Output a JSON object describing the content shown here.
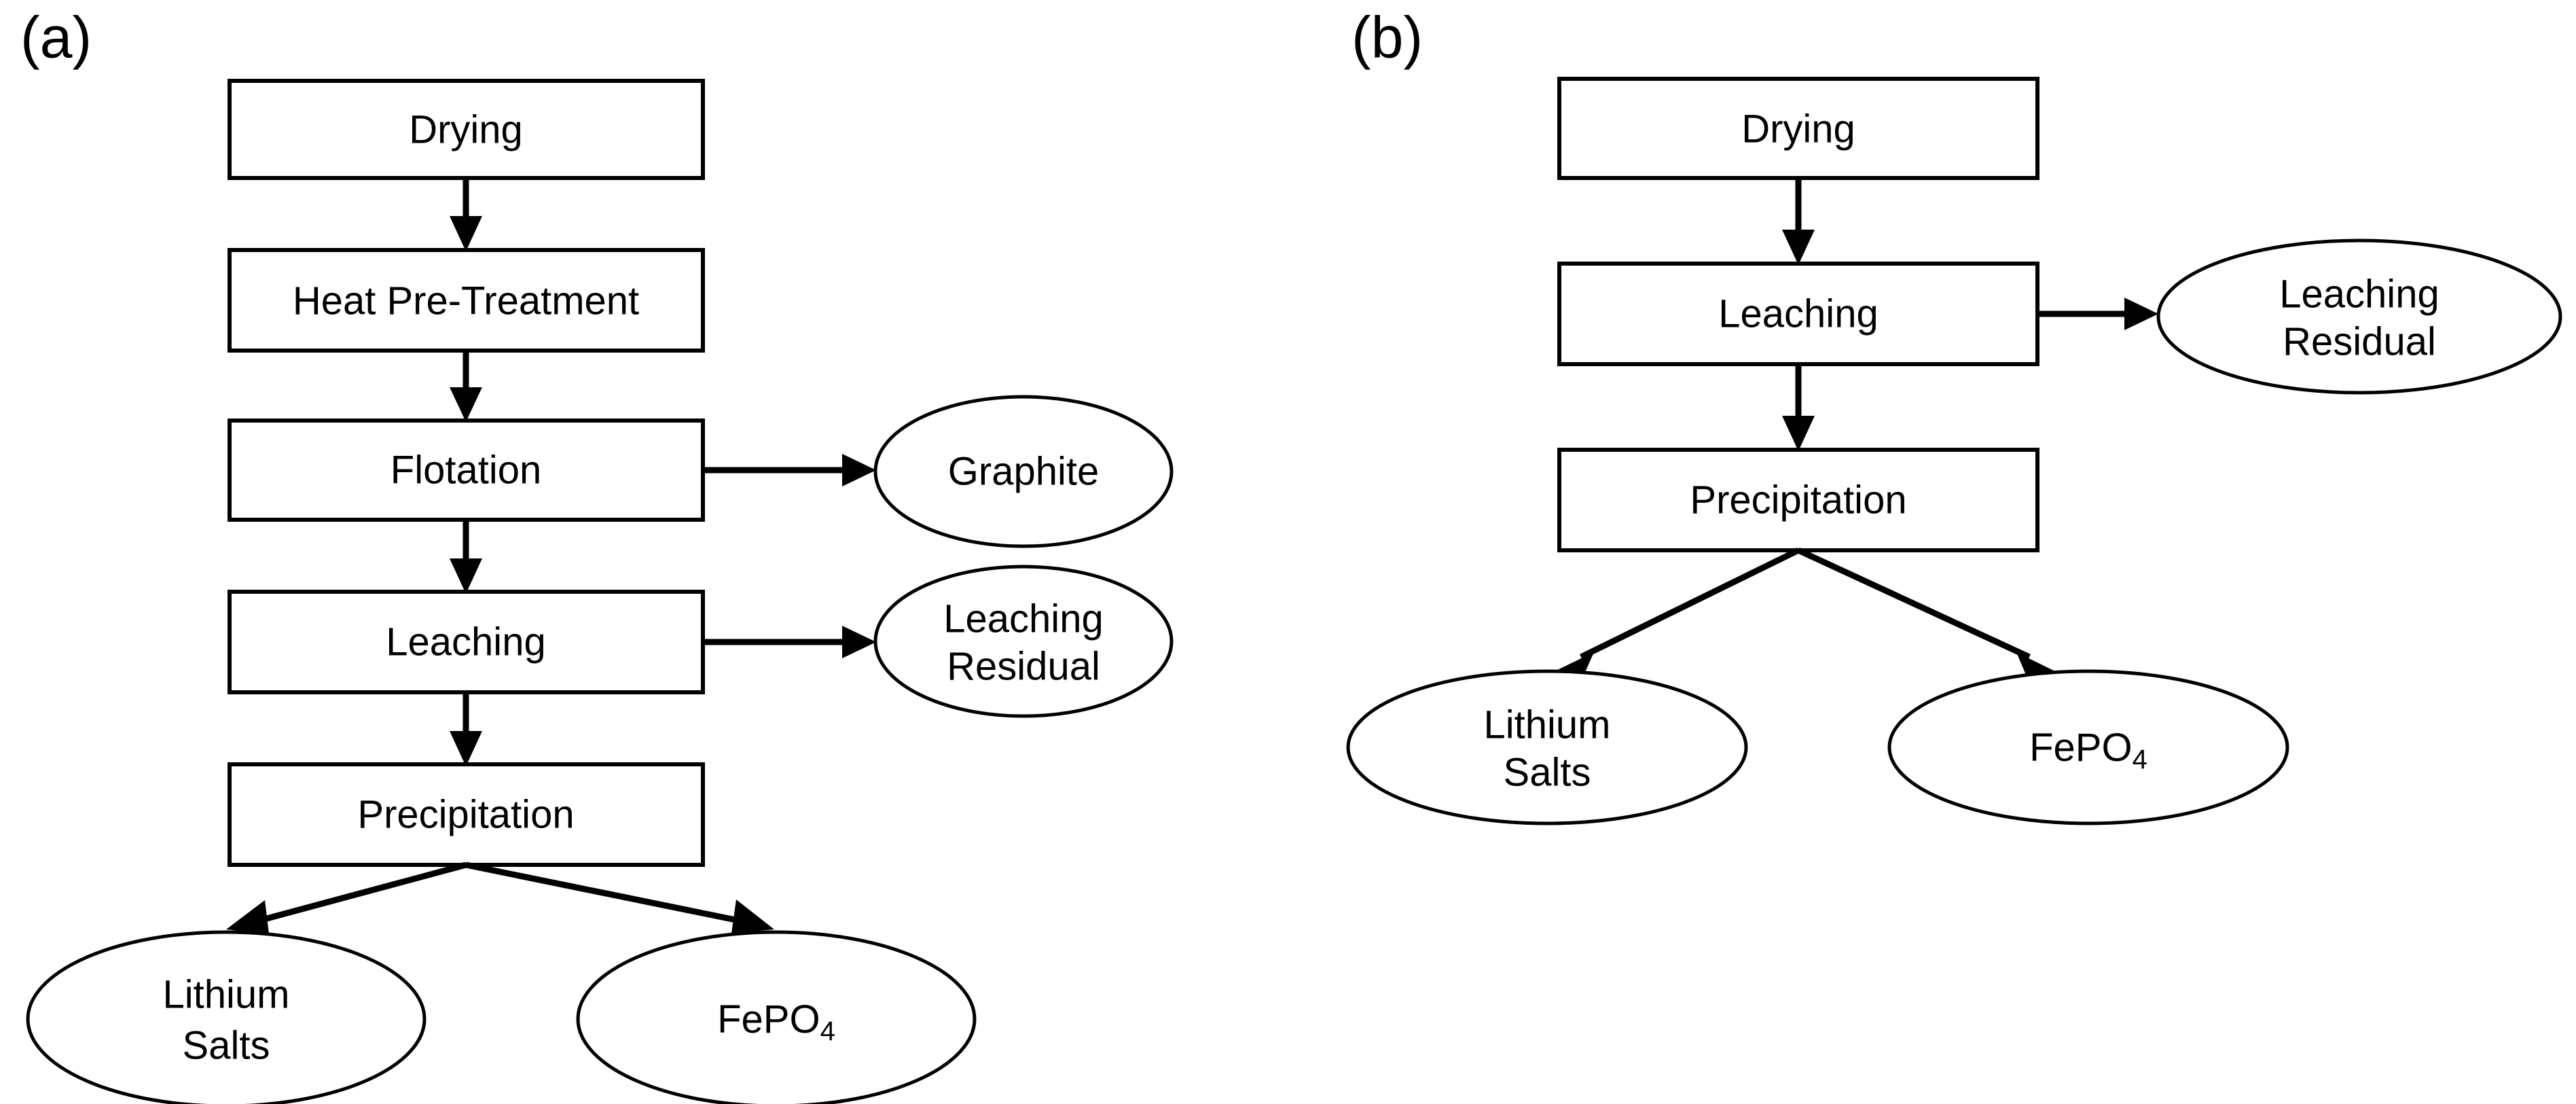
{
  "figure": {
    "panels": [
      {
        "id": "a",
        "label": "(a)",
        "process_boxes": [
          {
            "id": "a-drying",
            "label": "Drying"
          },
          {
            "id": "a-heat-pre-treatment",
            "label": "Heat Pre-Treatment"
          },
          {
            "id": "a-flotation",
            "label": "Flotation"
          },
          {
            "id": "a-leaching",
            "label": "Leaching"
          },
          {
            "id": "a-precipitation",
            "label": "Precipitation"
          }
        ],
        "output_ellipses": [
          {
            "id": "a-graphite",
            "label": "Graphite",
            "line1": "Graphite",
            "line2": ""
          },
          {
            "id": "a-leaching-residual",
            "label": "Leaching Residual",
            "line1": "Leaching",
            "line2": "Residual"
          },
          {
            "id": "a-lithium-salts",
            "label": "Lithium Salts",
            "line1": "Lithium",
            "line2": "Salts"
          },
          {
            "id": "a-fepo4",
            "label": "FePO4",
            "line1": "FePO",
            "subscript": "4",
            "line2": ""
          }
        ],
        "connections": [
          {
            "from": "Drying",
            "to": "Heat Pre-Treatment",
            "type": "vertical"
          },
          {
            "from": "Heat Pre-Treatment",
            "to": "Flotation",
            "type": "vertical"
          },
          {
            "from": "Flotation",
            "to": "Graphite",
            "type": "horizontal"
          },
          {
            "from": "Flotation",
            "to": "Leaching",
            "type": "vertical"
          },
          {
            "from": "Leaching",
            "to": "Leaching Residual",
            "type": "horizontal"
          },
          {
            "from": "Leaching",
            "to": "Precipitation",
            "type": "vertical"
          },
          {
            "from": "Precipitation",
            "to": "Lithium Salts",
            "type": "diagonal-left"
          },
          {
            "from": "Precipitation",
            "to": "FePO4",
            "type": "diagonal-right"
          }
        ]
      },
      {
        "id": "b",
        "label": "(b)",
        "process_boxes": [
          {
            "id": "b-drying",
            "label": "Drying"
          },
          {
            "id": "b-leaching",
            "label": "Leaching"
          },
          {
            "id": "b-precipitation",
            "label": "Precipitation"
          }
        ],
        "output_ellipses": [
          {
            "id": "b-leaching-residual",
            "label": "Leaching Residual",
            "line1": "Leaching",
            "line2": "Residual"
          },
          {
            "id": "b-lithium-salts",
            "label": "Lithium Salts",
            "line1": "Lithium",
            "line2": "Salts"
          },
          {
            "id": "b-fepo4",
            "label": "FePO4",
            "line1": "FePO",
            "subscript": "4",
            "line2": ""
          }
        ],
        "connections": [
          {
            "from": "Drying",
            "to": "Leaching",
            "type": "vertical"
          },
          {
            "from": "Leaching",
            "to": "Leaching Residual",
            "type": "horizontal"
          },
          {
            "from": "Leaching",
            "to": "Precipitation",
            "type": "vertical"
          },
          {
            "from": "Precipitation",
            "to": "Lithium Salts",
            "type": "diagonal-left"
          },
          {
            "from": "Precipitation",
            "to": "FePO4",
            "type": "diagonal-right"
          }
        ]
      }
    ],
    "colors": {
      "background": "#ffffff",
      "stroke": "#000000",
      "fill": "#ffffff",
      "text": "#000000"
    }
  }
}
